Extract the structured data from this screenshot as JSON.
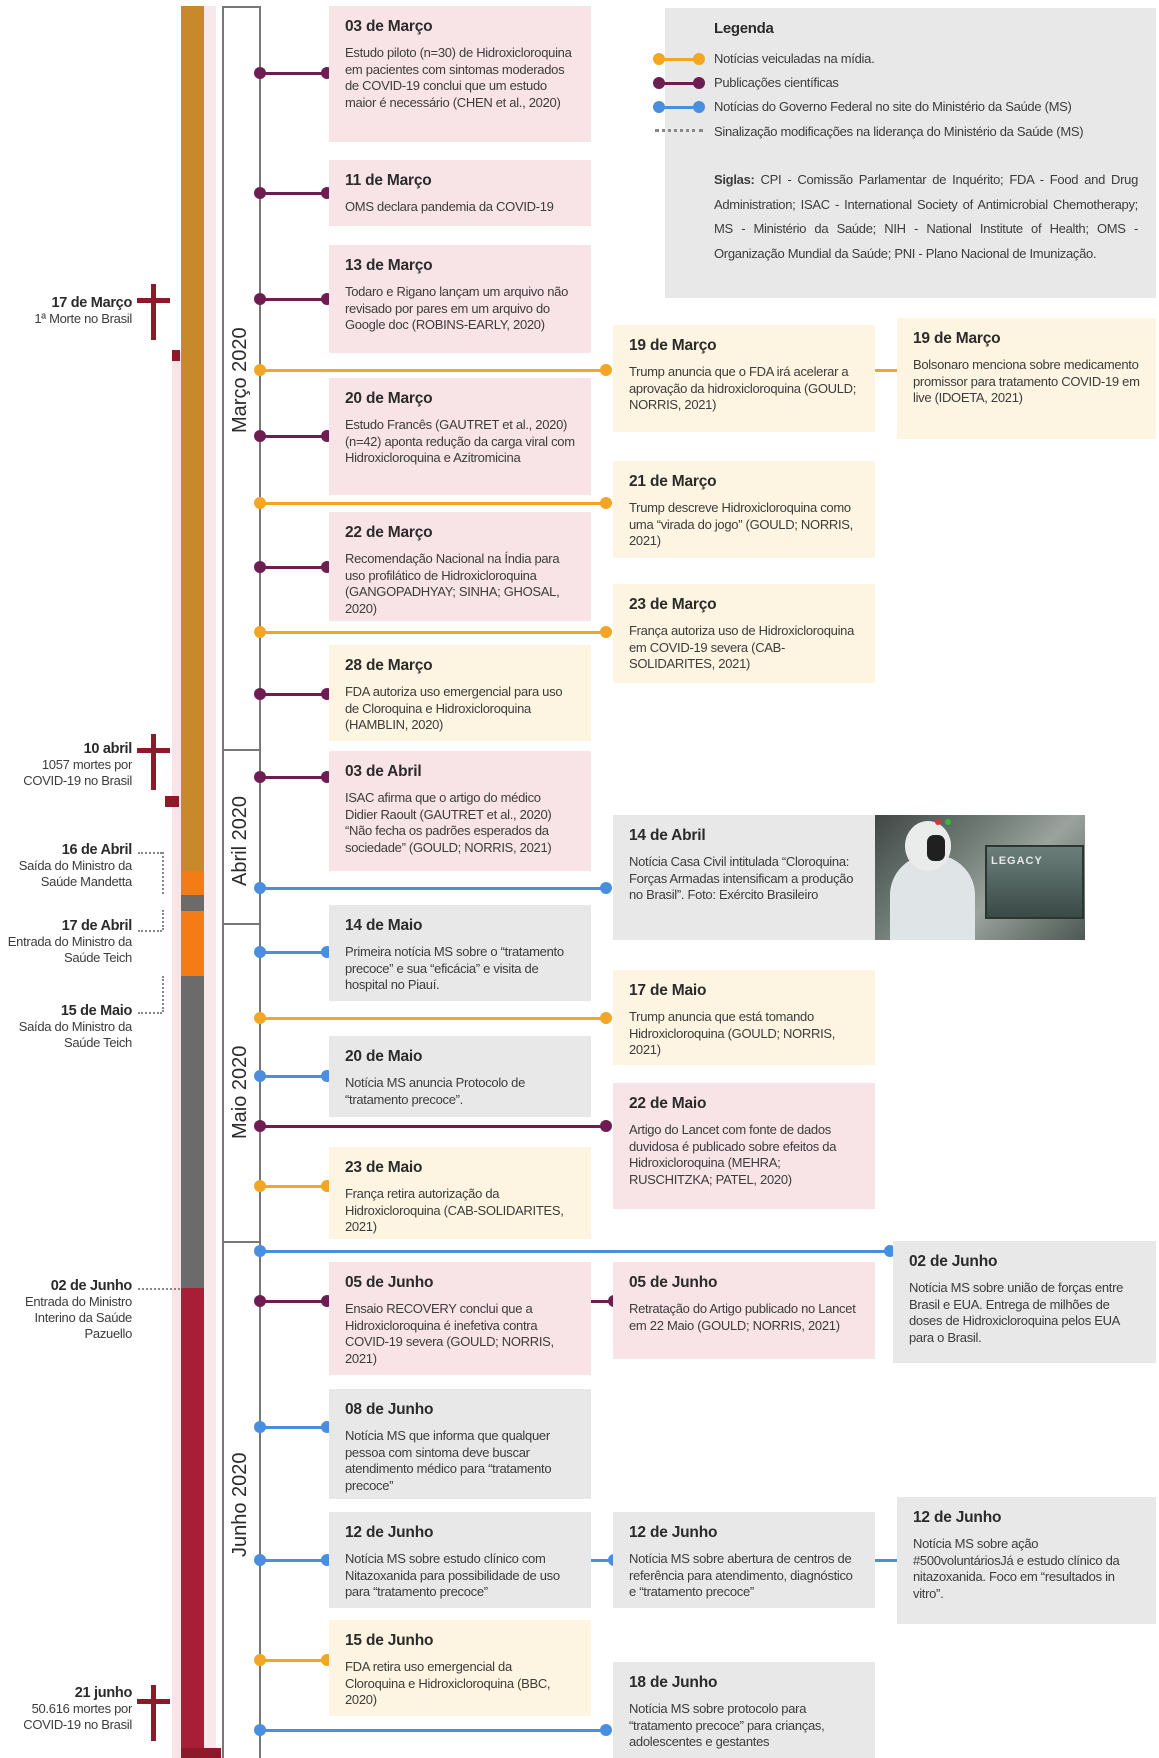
{
  "colors": {
    "purple": "#6e1d52",
    "orange": "#f2a623",
    "blue": "#4a8ee0",
    "bar_ochre": "#c8892a",
    "bar_orange": "#f57c14",
    "bar_gray": "#6b6b6b",
    "bar_red": "#a81e37",
    "cross": "#8c1a2b"
  },
  "legend": {
    "title": "Legenda",
    "items": [
      {
        "label": "Notícias veiculadas na mídia.",
        "color": "#f2a623"
      },
      {
        "label": "Publicações científicas",
        "color": "#6e1d52"
      },
      {
        "label": "Notícias do Governo Federal no site do Ministério da Saúde (MS)",
        "color": "#4a8ee0"
      },
      {
        "label": "Sinalização modificações na liderança do Ministério da Saúde (MS)",
        "color": "#888888"
      }
    ],
    "siglas_label": "Siglas:",
    "siglas_text": "CPI - Comissão Parlamentar de Inquérito; FDA - Food and Drug Administration; ISAC - International Society of Antimicrobial Chemotherapy; MS - Ministério da Saúde; NIH - National Institute of Health; OMS - Organização Mundial da Saúde; PNI - Plano Nacional de Imunização."
  },
  "months": [
    "Março 2020",
    "Abril 2020",
    "Maio 2020",
    "Junho 2020"
  ],
  "left_events": [
    {
      "date": "17 de Março",
      "text": "1ª Morte no Brasil"
    },
    {
      "date": "10 abril",
      "text": "1057 mortes por COVID-19 no Brasil"
    },
    {
      "date": "16 de Abril",
      "text": "Saída do Ministro da Saúde Mandetta"
    },
    {
      "date": "17 de Abril",
      "text": "Entrada do Ministro da Saúde Teich"
    },
    {
      "date": "15 de Maio",
      "text": "Saída do Ministro da Saúde Teich"
    },
    {
      "date": "02 de Junho",
      "text": "Entrada do Ministro Interino da Saúde Pazuello"
    },
    {
      "date": "21 junho",
      "text": "50.616 mortes por COVID-19 no Brasil"
    }
  ],
  "cards": [
    {
      "date": "03 de Março",
      "text": "Estudo piloto (n=30) de Hidroxicloroquina em pacientes com sintomas moderados de COVID-19 conclui que um estudo maior é necessário (CHEN et al., 2020)"
    },
    {
      "date": "11 de Março",
      "text": "OMS declara pandemia da COVID-19"
    },
    {
      "date": "13 de Março",
      "text": "Todaro e Rigano lançam um arquivo não revisado por pares em um arquivo do Google doc (ROBINS-EARLY, 2020)"
    },
    {
      "date": "19 de Março",
      "text": "Trump anuncia que o FDA irá acelerar a aprovação da hidroxicloroquina (GOULD; NORRIS, 2021)"
    },
    {
      "date": "19 de Março",
      "text": "Bolsonaro menciona sobre medicamento promissor para tratamento COVID-19 em live (IDOETA, 2021)"
    },
    {
      "date": "20 de Março",
      "text": "Estudo Francês (GAUTRET et al., 2020) (n=42) aponta redução da carga viral com Hidroxicloroquina e Azitromicina"
    },
    {
      "date": "21 de Março",
      "text": "Trump descreve Hidroxicloroquina como uma “virada do jogo” (GOULD; NORRIS, 2021)"
    },
    {
      "date": "22 de Março",
      "text": "Recomendação Nacional na Índia para uso profilático de Hidroxicloroquina (GANGOPADHYAY; SINHA; GHOSAL, 2020)"
    },
    {
      "date": "23 de Março",
      "text": "França autoriza uso de Hidroxicloroquina em COVID-19 severa (CAB-SOLIDARITES, 2021)"
    },
    {
      "date": "28 de Março",
      "text": "FDA autoriza uso emergencial para uso de Cloroquina e Hidroxicloroquina (HAMBLIN, 2020)"
    },
    {
      "date": "03 de Abril",
      "text": "ISAC afirma que o artigo do médico Didier Raoult (GAUTRET et al., 2020) “Não fecha os padrões esperados da sociedade” (GOULD; NORRIS, 2021)"
    },
    {
      "date": "14 de Abril",
      "text": "Notícia Casa Civil intitulada “Cloroquina: Forças Armadas intensificam a produção no Brasil”. Foto: Exército Brasileiro"
    },
    {
      "date": "14 de Maio",
      "text": "Primeira notícia MS sobre o “tratamento precoce” e sua “eficácia” e visita de hospital no Piauí."
    },
    {
      "date": "17 de Maio",
      "text": "Trump anuncia que está tomando Hidroxicloroquina (GOULD; NORRIS, 2021)"
    },
    {
      "date": "20 de Maio",
      "text": "Notícia MS anuncia Protocolo de “tratamento precoce”."
    },
    {
      "date": "22 de Maio",
      "text": "Artigo do Lancet com fonte de dados duvidosa é publicado sobre efeitos da Hidroxicloroquina (MEHRA; RUSCHITZKA; PATEL, 2020)"
    },
    {
      "date": "23 de Maio",
      "text": "França retira autorização da Hidroxicloroquina (CAB-SOLIDARITES, 2021)"
    },
    {
      "date": "02 de Junho",
      "text": "Notícia MS sobre união de forças entre Brasil e EUA. Entrega de milhões de doses de Hidroxicloroquina pelos EUA para o Brasil."
    },
    {
      "date": "05 de Junho",
      "text": "Ensaio RECOVERY conclui que a Hidroxicloroquina é inefetiva contra COVID-19 severa (GOULD; NORRIS, 2021)"
    },
    {
      "date": "05 de Junho",
      "text": "Retratação do Artigo publicado no Lancet em 22 Maio (GOULD; NORRIS, 2021)"
    },
    {
      "date": "08 de Junho",
      "text": "Notícia MS que informa que qualquer pessoa com sintoma deve buscar atendimento médico para “tratamento precoce”"
    },
    {
      "date": "12 de Junho",
      "text": "Notícia MS sobre estudo clínico com Nitazoxanida para possibilidade de uso para “tratamento precoce”"
    },
    {
      "date": "12 de Junho",
      "text": "Notícia MS sobre abertura de centros de referência para atendimento, diagnóstico e “tratamento precoce”"
    },
    {
      "date": "12 de Junho",
      "text": "Notícia MS sobre ação #500voluntáriosJá e estudo clínico da nitazoxanida. Foco em “resultados in vitro”."
    },
    {
      "date": "15 de Junho",
      "text": "FDA retira uso emergencial da Cloroquina e Hidroxicloroquina (BBC, 2020)"
    },
    {
      "date": "18 de Junho",
      "text": "Notícia MS sobre protocolo para “tratamento precoce” para crianças, adolescentes e gestantes"
    }
  ],
  "photo": {
    "sign": "LEGACY"
  }
}
